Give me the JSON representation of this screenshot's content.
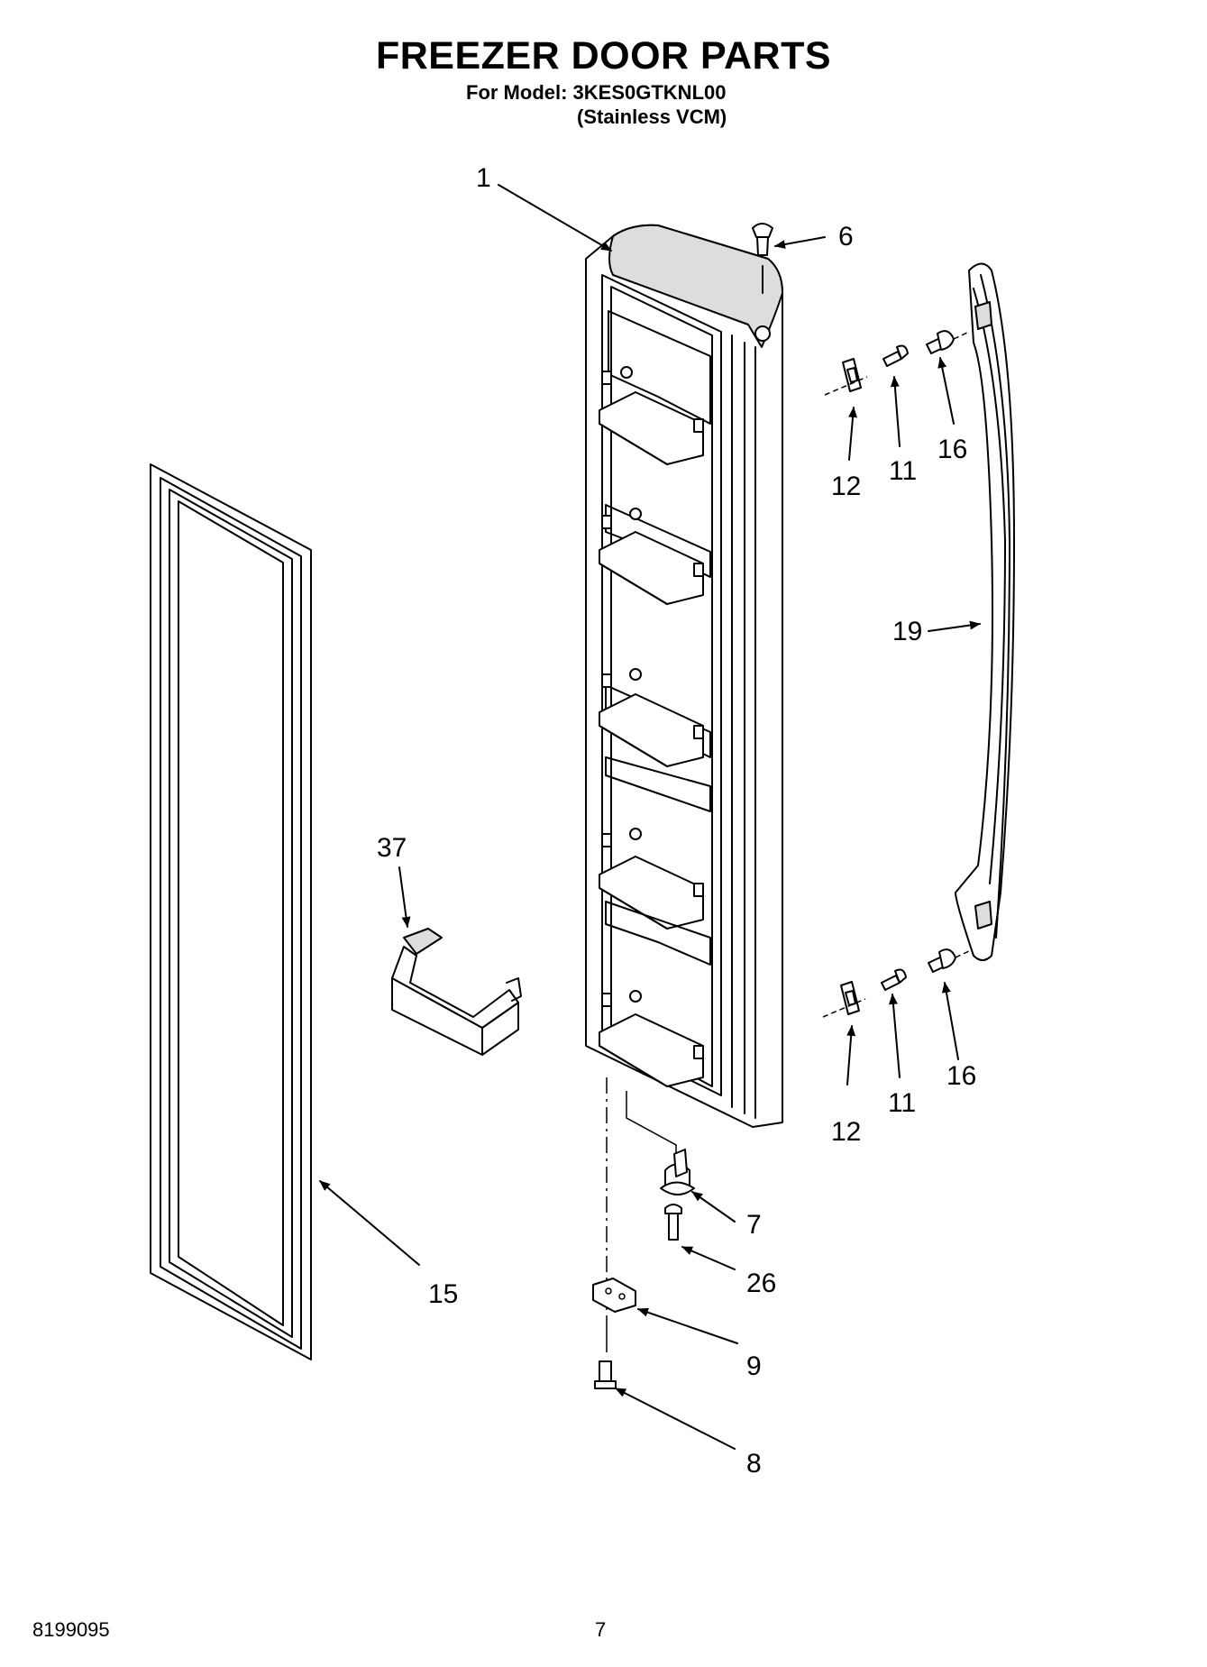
{
  "header": {
    "title": "FREEZER DOOR PARTS",
    "model_line": "For Model: 3KES0GTKNL00",
    "finish_line": "(Stainless VCM)"
  },
  "footer": {
    "doc_number": "8199095",
    "page_number": "7"
  },
  "callouts": [
    {
      "id": "c1",
      "label": "1"
    },
    {
      "id": "c6",
      "label": "6"
    },
    {
      "id": "c12a",
      "label": "12"
    },
    {
      "id": "c11a",
      "label": "11"
    },
    {
      "id": "c16a",
      "label": "16"
    },
    {
      "id": "c19",
      "label": "19"
    },
    {
      "id": "c37",
      "label": "37"
    },
    {
      "id": "c12b",
      "label": "12"
    },
    {
      "id": "c11b",
      "label": "11"
    },
    {
      "id": "c16b",
      "label": "16"
    },
    {
      "id": "c7",
      "label": "7"
    },
    {
      "id": "c26",
      "label": "26"
    },
    {
      "id": "c15",
      "label": "15"
    },
    {
      "id": "c9",
      "label": "9"
    },
    {
      "id": "c8",
      "label": "8"
    }
  ]
}
